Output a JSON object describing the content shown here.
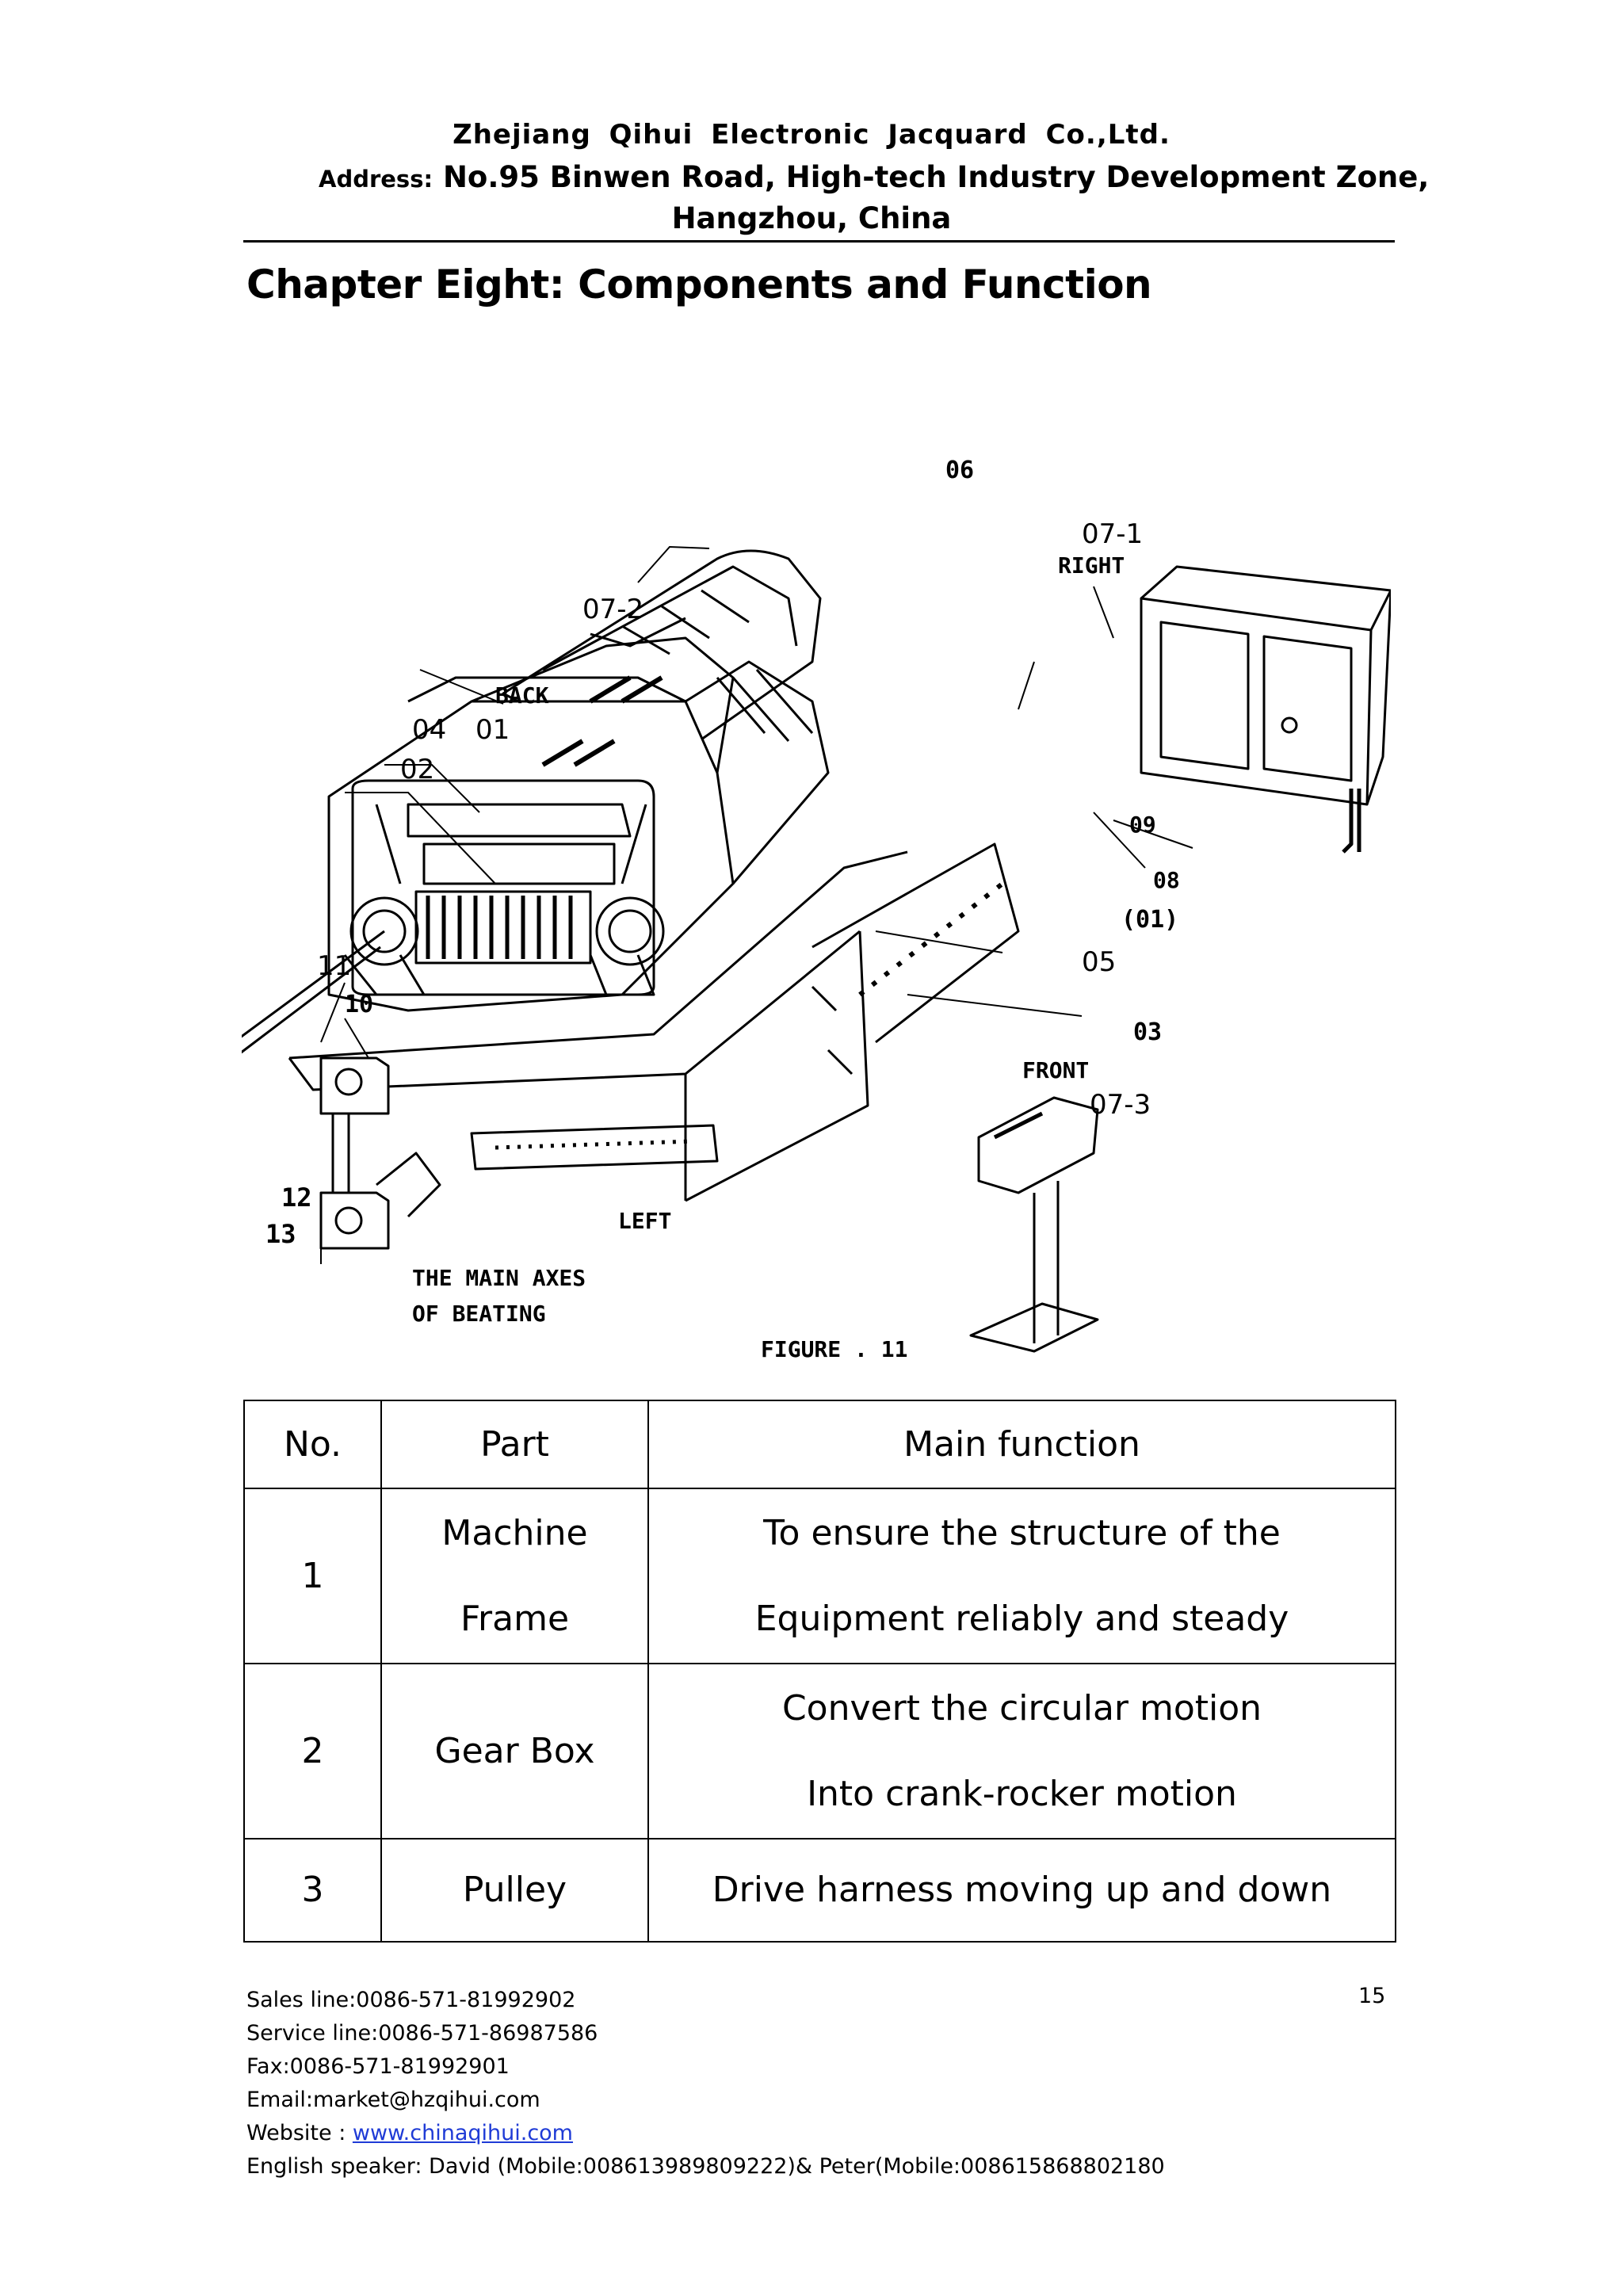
{
  "header": {
    "company": "Zhejiang Qihui Electronic Jacquard Co.,Ltd.",
    "address_label": "Address:",
    "address": "No.95 Binwen Road, High-tech Industry Development Zone,",
    "city": "Hangzhou, China"
  },
  "chapter_title": "Chapter Eight: Components and Function",
  "figure": {
    "caption": "FIGURE . 11",
    "labels": {
      "l06": "06",
      "l07_1": "07-1",
      "right": "RIGHT",
      "l07_2": "07-2",
      "back": "BACK",
      "l04": "04",
      "l01": "01",
      "l02": "02",
      "l09": "09",
      "l08": "08",
      "l01p": "(01)",
      "l05": "05",
      "l11": "11",
      "l10": "10",
      "l03": "03",
      "front": "FRONT",
      "l07_3": "07-3",
      "l12": "12",
      "l13": "13",
      "left": "LEFT",
      "axes1": "THE MAIN AXES",
      "axes2": "OF BEATING"
    }
  },
  "table": {
    "headers": {
      "no": "No.",
      "part": "Part",
      "function": "Main function"
    },
    "rows": [
      {
        "no": "1",
        "part_l1": "Machine",
        "part_l2": "Frame",
        "func_l1": "To ensure the structure of the",
        "func_l2": "Equipment reliably and steady"
      },
      {
        "no": "2",
        "part": "Gear Box",
        "func_l1": "Convert the circular motion",
        "func_l2": "Into crank-rocker motion"
      },
      {
        "no": "3",
        "part": "Pulley",
        "func": "Drive harness moving up and down"
      }
    ]
  },
  "footer": {
    "sales": "Sales line:0086-571-81992902",
    "service": "Service line:0086-571-86987586",
    "fax": "Fax:0086-571-81992901",
    "email": "Email:market@hzqihui.com",
    "website_label": "Website : ",
    "website": "www.chinaqihui.com",
    "english": "English speaker: David (Mobile:008613989809222)& Peter(Mobile:008615868802180",
    "page": "15"
  }
}
